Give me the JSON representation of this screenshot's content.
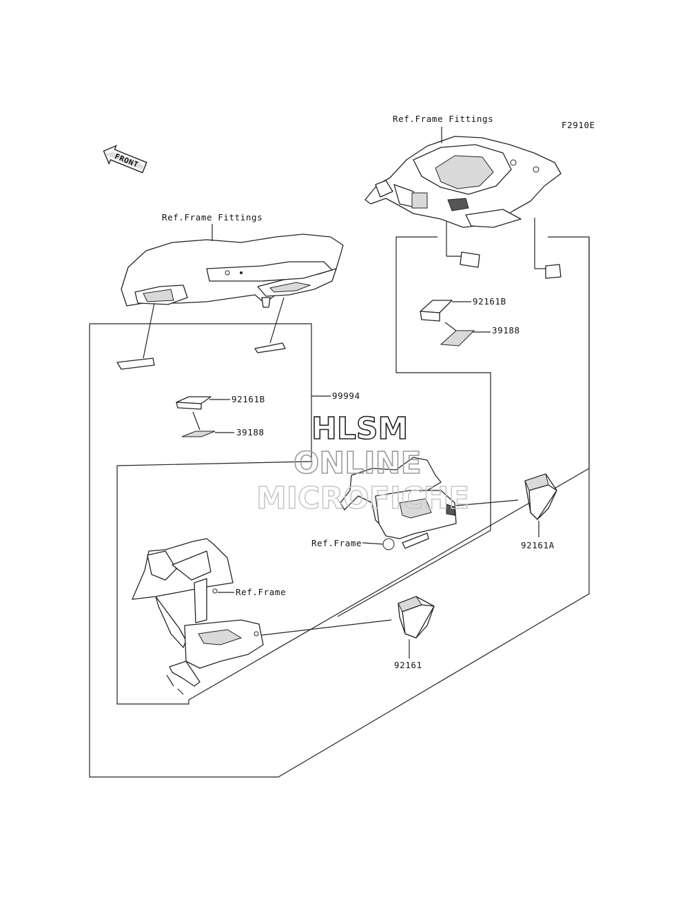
{
  "diagram": {
    "code": "F2910E",
    "front_arrow": "FRONT",
    "callouts": {
      "ref_frame_fittings_top": "Ref.Frame Fittings",
      "ref_frame_fittings_left": "Ref.Frame Fittings",
      "part_92161B_right": "92161B",
      "part_39188_right": "39188",
      "part_92161B_left": "92161B",
      "part_39188_left": "39188",
      "part_99994": "99994",
      "ref_frame_right": "Ref.Frame",
      "ref_frame_left": "Ref.Frame",
      "part_92161A": "92161A",
      "part_92161": "92161"
    }
  },
  "watermark": {
    "line1": "HLSM",
    "line2": "ONLINE",
    "line3": "MICROFICHE"
  }
}
